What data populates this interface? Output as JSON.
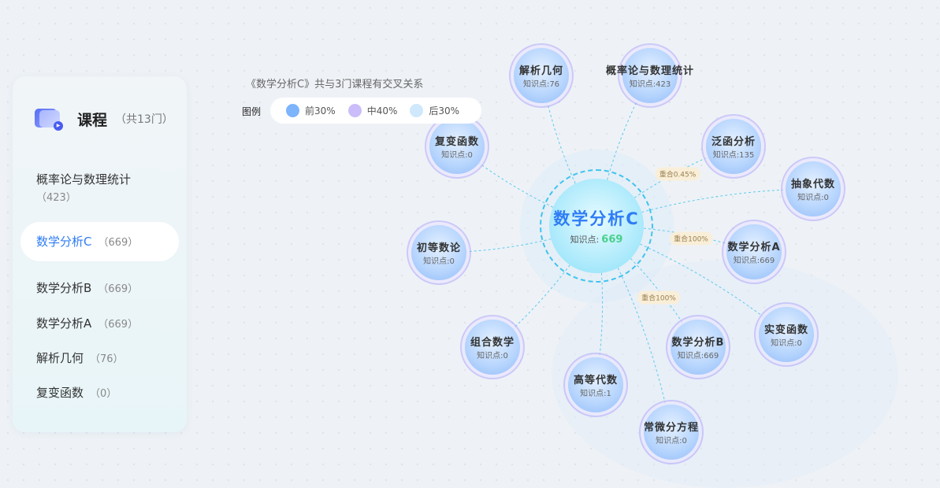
{
  "sidebar": {
    "title": "课程",
    "count": "（共13门）",
    "items": [
      {
        "label": "概率论与数理统计",
        "count": "（423）"
      },
      {
        "label": "数学分析C",
        "count": "（669）",
        "active": true
      },
      {
        "label": "数学分析B",
        "count": "（669）"
      },
      {
        "label": "数学分析A",
        "count": "（669）"
      },
      {
        "label": "解析几何",
        "count": "（76）"
      },
      {
        "label": "复变函数",
        "count": "（0）"
      }
    ]
  },
  "graph": {
    "title": "《数学分析C》共与3门课程有交叉关系",
    "legend": {
      "label": "图例",
      "items": [
        {
          "label": "前30%",
          "color": "#7db4fb"
        },
        {
          "label": "中40%",
          "color": "#cbbdf9"
        },
        {
          "label": "后30%",
          "color": "#cfe8fb"
        }
      ]
    },
    "center": {
      "name": "数学分析C",
      "kp_label": "知识点:",
      "kp": "669"
    },
    "nodes": [
      {
        "name": "解析几何",
        "kp": "知识点:76"
      },
      {
        "name": "概率论与数理统计",
        "kp": "知识点:423"
      },
      {
        "name": "复变函数",
        "kp": "知识点:0"
      },
      {
        "name": "泛函分析",
        "kp": "知识点:135"
      },
      {
        "name": "抽象代数",
        "kp": "知识点:0"
      },
      {
        "name": "初等数论",
        "kp": "知识点:0"
      },
      {
        "name": "数学分析A",
        "kp": "知识点:669"
      },
      {
        "name": "实变函数",
        "kp": "知识点:0"
      },
      {
        "name": "组合数学",
        "kp": "知识点:0"
      },
      {
        "name": "数学分析B",
        "kp": "知识点:669"
      },
      {
        "name": "高等代数",
        "kp": "知识点:1"
      },
      {
        "name": "常微分方程",
        "kp": "知识点:0"
      }
    ],
    "overlaps": [
      {
        "label": "重合0.45%"
      },
      {
        "label": "重合100%"
      },
      {
        "label": "重合100%"
      }
    ]
  }
}
